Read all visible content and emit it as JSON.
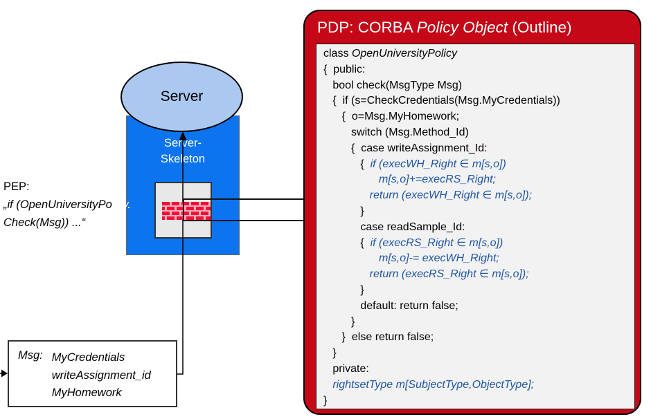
{
  "colors": {
    "pdp_red": "#c40818",
    "panel_gray": "#f2f2f2",
    "code_blue": "#1f55a4",
    "server_blue": "#0b74ee",
    "ellipse_blue": "#abc8f0",
    "firewall_gray": "#e8e8e8",
    "brick_red": "#ee1238",
    "mortar_pink": "#f8aebb"
  },
  "server": {
    "ellipse_label": "Server",
    "skeleton_line1": "Server-",
    "skeleton_line2": "Skeleton"
  },
  "pep": {
    "line1": "PEP:",
    "line2_black": "„if (OpenUniversityPo",
    "line2_white": "licy.",
    "line3": "Check(Msg)) ...“"
  },
  "msg_box": {
    "label": "Msg:",
    "items": [
      "MyCredentials",
      "writeAssignment_id",
      "MyHomework"
    ]
  },
  "pdp": {
    "title": {
      "prefix": "PDP: CORBA ",
      "italic": "Policy Object",
      "suffix": " (Outline)"
    },
    "code_lines": [
      [
        {
          "t": "class ",
          "s": "p"
        },
        {
          "t": "OpenUniversityPolicy",
          "s": "i"
        }
      ],
      [
        {
          "t": "{  public:",
          "s": "p"
        }
      ],
      [
        {
          "t": "   bool check(MsgType Msg)",
          "s": "p"
        }
      ],
      [
        {
          "t": "   {  if (s=CheckCredentials(Msg.MyCredentials))",
          "s": "p"
        }
      ],
      [
        {
          "t": "      {  o=Msg.MyHomework;",
          "s": "p"
        }
      ],
      [
        {
          "t": "         switch (Msg.Method_Id)",
          "s": "p"
        }
      ],
      [
        {
          "t": "         {  case writeAssignment_Id:",
          "s": "p"
        }
      ],
      [
        {
          "t": "            {  ",
          "s": "p"
        },
        {
          "t": "if (execWH_Right ∈ m[s,o])",
          "s": "b"
        }
      ],
      [
        {
          "t": "                  m[s,o]+=execRS_Right;",
          "s": "b"
        }
      ],
      [
        {
          "t": "               return (execWH_Right ∈ m[s,o]);",
          "s": "b"
        }
      ],
      [
        {
          "t": "            }",
          "s": "p"
        }
      ],
      [
        {
          "t": "            case readSample_Id:",
          "s": "p"
        }
      ],
      [
        {
          "t": "            {  ",
          "s": "p"
        },
        {
          "t": "if (execRS_Right ∈ m[s,o])",
          "s": "b"
        }
      ],
      [
        {
          "t": "                  m[s,o]-= execWH_Right;",
          "s": "b"
        }
      ],
      [
        {
          "t": "               return (execRS_Right ∈ m[s,o]);",
          "s": "b"
        }
      ],
      [
        {
          "t": "            }",
          "s": "p"
        }
      ],
      [
        {
          "t": "            default: return false;",
          "s": "p"
        }
      ],
      [
        {
          "t": "         }",
          "s": "p"
        }
      ],
      [
        {
          "t": "      }  else return false;",
          "s": "p"
        }
      ],
      [
        {
          "t": "   }",
          "s": "p"
        }
      ],
      [
        {
          "t": "   private:",
          "s": "p"
        }
      ],
      [
        {
          "t": "   rightsetType m[SubjectType,ObjectType];",
          "s": "b"
        }
      ],
      [
        {
          "t": "}",
          "s": "p"
        }
      ]
    ]
  }
}
